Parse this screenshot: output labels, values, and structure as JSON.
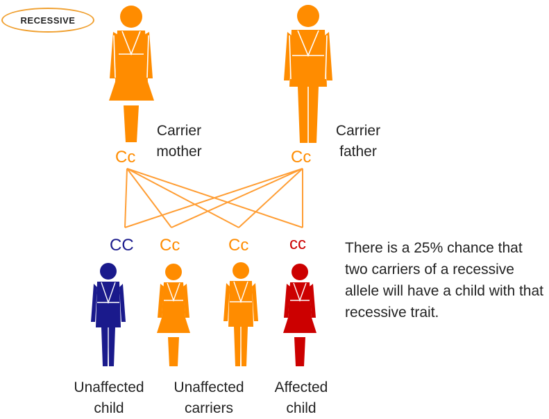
{
  "badge": "RECESSIVE",
  "parents": {
    "mother": {
      "genotype": "Cc",
      "label_line1": "Carrier",
      "label_line2": "mother"
    },
    "father": {
      "genotype": "Cc",
      "label_line1": "Carrier",
      "label_line2": "father"
    }
  },
  "children": [
    {
      "genotype": "CC",
      "status": "unaffected"
    },
    {
      "genotype": "Cc",
      "status": "carrier"
    },
    {
      "genotype": "Cc",
      "status": "carrier"
    },
    {
      "genotype": "cc",
      "status": "affected"
    }
  ],
  "captions": {
    "unaffected_child": {
      "line1": "Unaffected",
      "line2": "child"
    },
    "unaffected_carriers": {
      "line1": "Unaffected",
      "line2": "carriers"
    },
    "affected_child": {
      "line1": "Affected",
      "line2": "child"
    }
  },
  "note": "There is a 25% chance that two carriers of a recessive allele will have a child with that recessive trait.",
  "colors": {
    "carrier": "#ff8c00",
    "unaffected": "#1a1a8c",
    "affected": "#cc0000",
    "cross_line": "#ff9d33",
    "badge_border": "#f0a030"
  }
}
